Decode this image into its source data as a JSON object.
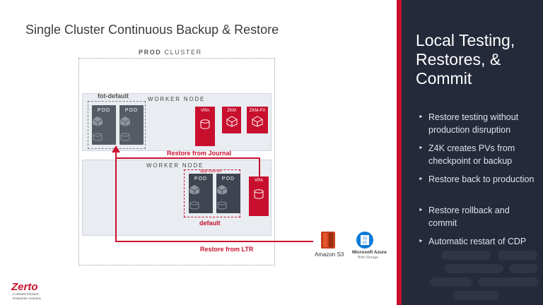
{
  "slide": {
    "title": "Single Cluster Continuous Backup & Restore"
  },
  "cluster": {
    "label_bold": "PROD",
    "label_rest": "CLUSTER"
  },
  "worker1": {
    "label": "WORKER NODE"
  },
  "worker2": {
    "label": "WORKER NODE"
  },
  "namespace_top": {
    "label": "fot-default"
  },
  "namespace_bottom": {
    "label": "default",
    "top_tag": "app-tool-on"
  },
  "pod_label": "POD",
  "red_boxes": {
    "vra1": "VRA",
    "zkm": "ZKM",
    "zkm_px": "ZKM-PX",
    "vra2": "VRA"
  },
  "flows": {
    "journal": "Restore from Journal",
    "ltr": "Restore from LTR"
  },
  "storage": {
    "s3": "Amazon S3",
    "azure_line1": "Microsoft Azure",
    "azure_line2": "Blob Storage"
  },
  "brand": {
    "logo": "Zerto",
    "tagline1": "a Hewlett Packard",
    "tagline2": "Enterprise company"
  },
  "panel": {
    "title": "Local Testing, Restores, & Commit",
    "bullets": [
      "Restore testing without production disruption",
      "Z4K creates PVs from checkpoint or backup",
      "Restore  back to production",
      "Restore rollback and commit",
      "Automatic restart of CDP"
    ]
  },
  "colors": {
    "accent": "#c8102e",
    "panel_bg": "#252a3a",
    "pod": "#565c66"
  }
}
